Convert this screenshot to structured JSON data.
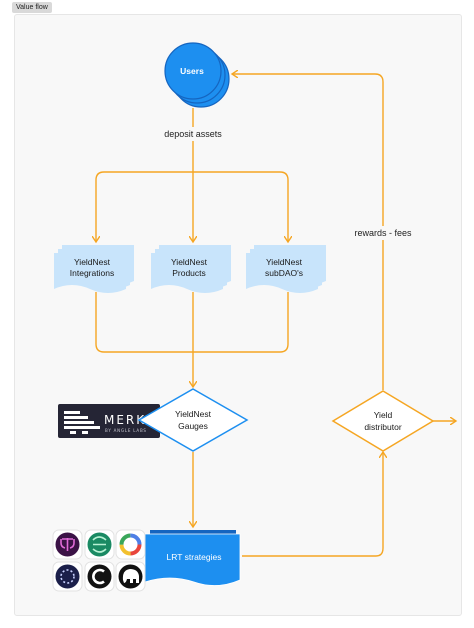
{
  "frame": {
    "label": "Value flow"
  },
  "users": {
    "label": "Users"
  },
  "edges": {
    "deposit": "deposit assets",
    "rewards": "rewards - fees"
  },
  "channels": [
    {
      "line1": "YieldNest",
      "line2": "Integrations"
    },
    {
      "line1": "YieldNest",
      "line2": "Products"
    },
    {
      "line1": "YieldNest",
      "line2": "subDAO's"
    }
  ],
  "gauges": {
    "line1": "YieldNest",
    "line2": "Gauges"
  },
  "merkl": {
    "name": "MERKL",
    "sub": "BY ANGLE LABS"
  },
  "distributor": {
    "line1": "Yield",
    "line2": "distributor"
  },
  "strategies": {
    "label": "LRT strategies"
  },
  "protocol_icons": [
    "trident-icon",
    "s-swirl-icon",
    "gradient-ring-icon",
    "dotted-ring-icon",
    "c-mark-icon",
    "elephant-icon"
  ],
  "colors": {
    "primary_blue": "#1d8ff0",
    "blue_dark": "#1565c0",
    "flow_orange": "#f5a623",
    "light_blue": "#c8e4fb",
    "merkl_bg": "#252535"
  }
}
